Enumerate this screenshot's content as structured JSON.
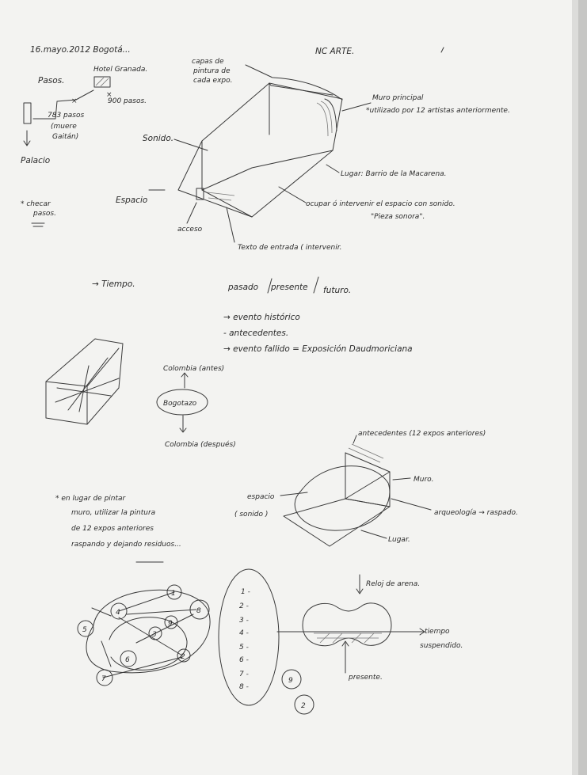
{
  "header": {
    "date": "16.mayo.2012 Bogotá...",
    "project": "NC ARTE."
  },
  "map": {
    "steps": "Pasos.",
    "hotel": "Hotel Granada.",
    "steps_900": "900 pasos.",
    "steps_783": "783 pasos",
    "gaitan_1": "(muere",
    "gaitan_2": "Gaitán)",
    "palace": "Palacio",
    "check_1": "* checar",
    "check_2": "pasos."
  },
  "room": {
    "paint_1": "capas de",
    "paint_2": "pintura de",
    "paint_3": "cada expo.",
    "wall_1": "Muro principal",
    "wall_2": "*utilizado por 12 artistas anteriormente.",
    "sound": "Sonido.",
    "place": "Lugar: Barrio de la Macarena.",
    "space": "Espacio",
    "occupy_1": "ocupar ó intervenir el espacio con sonido.",
    "occupy_2": "\"Pieza sonora\".",
    "access": "acceso",
    "entry_text": "Texto de entrada ( intervenir."
  },
  "time": {
    "label": "→ Tiempo.",
    "past": "pasado",
    "present": "presente",
    "future": "futuro.",
    "list": [
      "→ evento histórico",
      "- antecedentes.",
      "→ evento fallido = Exposición Daudmoriciana"
    ],
    "colombia_before": "Colombia (antes)",
    "bogotazo": "Bogotazo",
    "colombia_after": "Colombia (después)"
  },
  "wall_sketch": {
    "antecedents": "antecedentes (12 expos anteriores)",
    "space_1": "espacio",
    "space_2": "( sonido )",
    "wall": "Muro.",
    "archaeology": "arqueología → raspado.",
    "place": "Lugar.",
    "note_1": "* en lugar de pintar",
    "note_2": "muro, utilizar la pintura",
    "note_3": "de 12 expos anteriores",
    "note_4": "raspando y dejando residuos..."
  },
  "network": {
    "nodes": [
      "1",
      "2",
      "3",
      "4",
      "5",
      "6",
      "7",
      "8",
      "9"
    ],
    "list": [
      "1 -",
      "2 -",
      "3 -",
      "4 -",
      "5 -",
      "6 -",
      "7 -",
      "8 -"
    ],
    "extra_9": "9",
    "extra_2": "2"
  },
  "hourglass": {
    "title": "Reloj de arena.",
    "suspended_1": "tiempo",
    "suspended_2": "suspendido.",
    "present": "presente."
  }
}
